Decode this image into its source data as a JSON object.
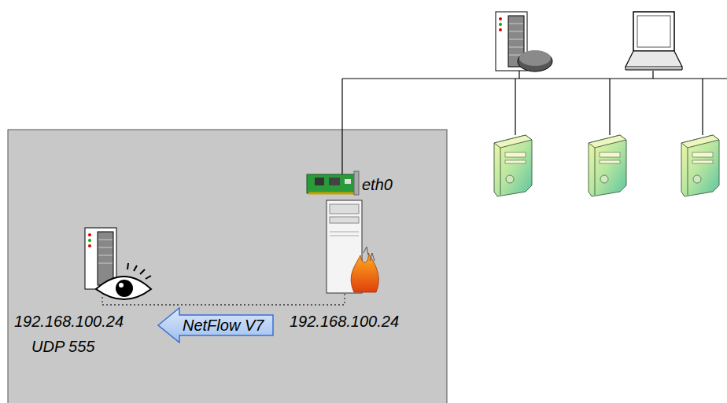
{
  "diagram": {
    "nodes": [
      {
        "text": [
          "NetFlow V7"
        ]
      }
    ],
    "labels": [
      "eth0",
      "192.168.100.24",
      "UDP 555",
      "192.168.100.24"
    ]
  }
}
